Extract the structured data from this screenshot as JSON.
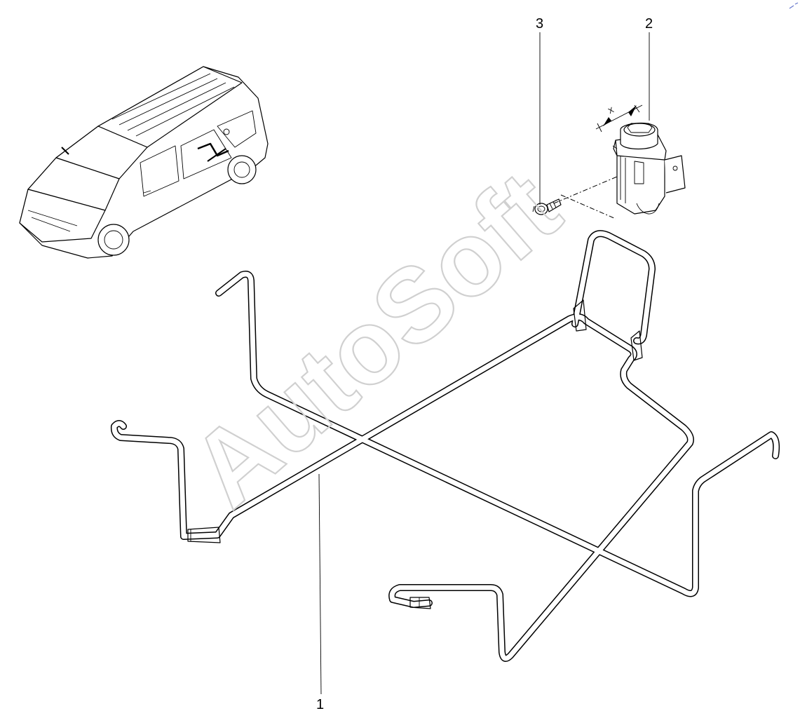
{
  "watermark": "AutoSoft",
  "dimension_label": "X",
  "callouts": [
    {
      "id": "1",
      "text": "1"
    },
    {
      "id": "2",
      "text": "2"
    },
    {
      "id": "3",
      "text": "3"
    }
  ],
  "icons": [
    "car-icon",
    "bolt-icon",
    "washer-pump-icon",
    "washer-hose-icon"
  ]
}
